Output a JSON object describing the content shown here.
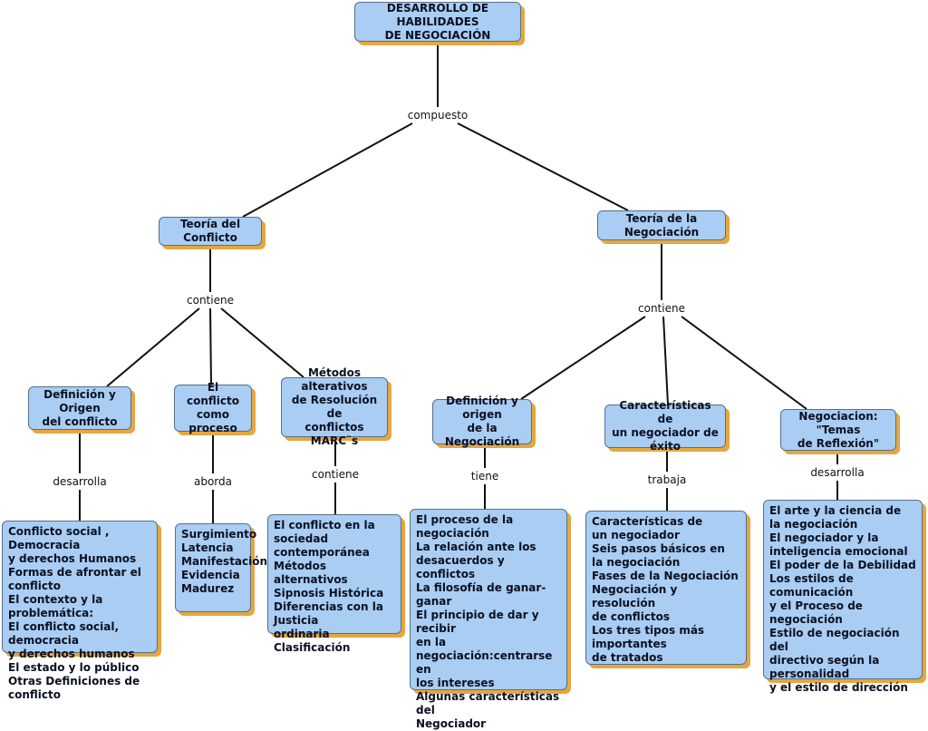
{
  "root": "DESARROLLO DE HABILIDADES\nDE NEGOCIACIÓN",
  "links": {
    "root": "compuesto",
    "conflicto": "contiene",
    "negociacion": "contiene",
    "def_origen": "desarrolla",
    "proceso": "aborda",
    "marcs": "contiene",
    "def_neg": "tiene",
    "caract": "trabaja",
    "temas": "desarrolla"
  },
  "branches": {
    "conflicto": "Teoría del Conflicto",
    "negociacion": "Teoría de la Negociación"
  },
  "topics": {
    "def_origen": "Definición y Origen\ndel conflicto",
    "proceso": "El conflicto\ncomo proceso",
    "marcs": "Métodos alterativos\nde Resolución de\nconflictos MARC¨s",
    "def_neg": "Definición y origen\nde la Negociación",
    "caract": "Características de\nun negociador de éxito",
    "temas": "Negociacion: \"Temas\nde Reflexión\""
  },
  "details": {
    "def_origen": "Conflicto social , Democracia\ny derechos Humanos\nFormas de afrontar el conflicto\nEl contexto y la problemática:\nEl conflicto social, democracia\ny derechos humanos\nEl estado y lo público\nOtras Definiciones de conflicto",
    "proceso": "Surgimiento\nLatencia\nManifestación\nEvidencia\nMadurez",
    "marcs": "El conflicto en la sociedad\ncontemporánea\nMétodos alternativos\nSipnosis Histórica\nDiferencias con la Justicia\nordinaria\nClasificación",
    "def_neg": "El proceso de la\nnegociación\nLa relación ante los\ndesacuerdos y conflictos\nLa filosofía de ganar-ganar\nEl principio de dar y recibir\nen la negociación:centrarse en\nlos intereses\nAlgunas características del\nNegociador",
    "caract": "Características de\nun negociador\nSeis pasos básicos en\nla negociación\nFases de la Negociación\nNegociación y resolución\nde conflictos\nLos tres tipos más importantes\nde tratados",
    "temas": "El arte y la ciencia de\nla negociación\nEl negociador y la\ninteligencia emocional\nEl poder de la Debilidad\nLos estilos de comunicación\ny el Proceso de negociación\nEstilo de negociación del\ndirectivo según la personalidad\ny el estilo de dirección"
  }
}
